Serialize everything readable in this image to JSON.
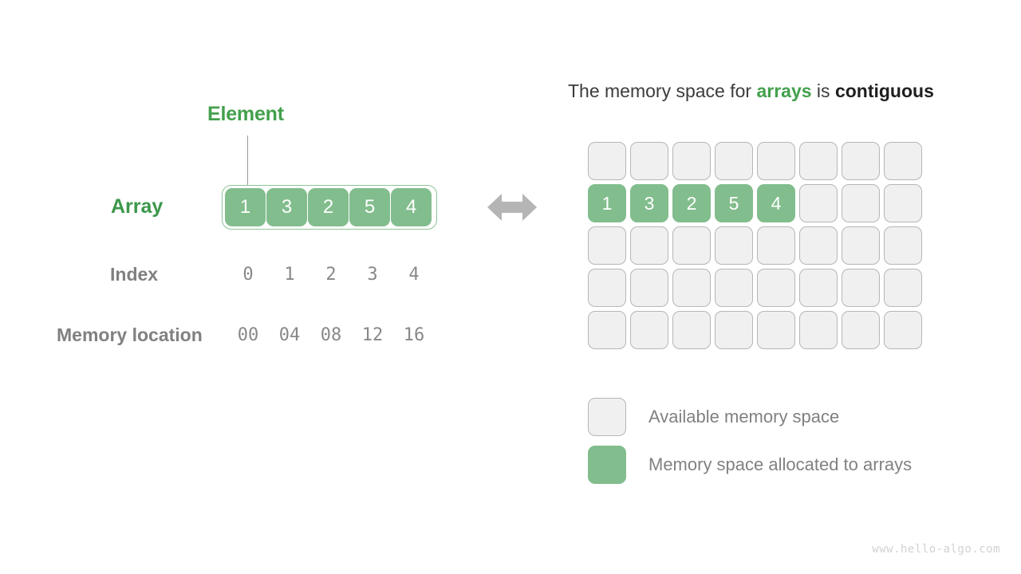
{
  "left": {
    "element_label": "Element",
    "array_label": "Array",
    "index_label": "Index",
    "memory_label": "Memory location",
    "array_values": [
      "1",
      "3",
      "2",
      "5",
      "4"
    ],
    "index_values": [
      "0",
      "1",
      "2",
      "3",
      "4"
    ],
    "memory_values": [
      "00",
      "04",
      "08",
      "12",
      "16"
    ]
  },
  "arrow": {
    "icon": "double-headed-horizontal-arrow",
    "color": "#b5b5b5"
  },
  "right": {
    "heading": {
      "part1": "The memory space for ",
      "highlight_green": "arrays",
      "part2": " is ",
      "highlight_dark": "contiguous"
    },
    "grid": {
      "columns": 8,
      "rows": 5,
      "cells": [
        [
          "",
          "",
          "",
          "",
          "",
          "",
          "",
          ""
        ],
        [
          "1",
          "3",
          "2",
          "5",
          "4",
          "",
          "",
          ""
        ],
        [
          "",
          "",
          "",
          "",
          "",
          "",
          "",
          ""
        ],
        [
          "",
          "",
          "",
          "",
          "",
          "",
          "",
          ""
        ],
        [
          "",
          "",
          "",
          "",
          "",
          "",
          "",
          ""
        ]
      ]
    },
    "legend": [
      {
        "swatch": "free",
        "label": "Available memory space"
      },
      {
        "swatch": "used",
        "label": "Memory space allocated to arrays"
      }
    ]
  },
  "watermark": "www.hello-algo.com",
  "colors": {
    "accent_green": "#43a04c",
    "cell_green": "#82bd8d",
    "free_cell_fill": "#f0f0f0",
    "free_cell_border": "#b6b6b6",
    "label_grey": "#808080",
    "arrow_grey": "#b5b5b5",
    "watermark_grey": "#d2d2d2"
  }
}
